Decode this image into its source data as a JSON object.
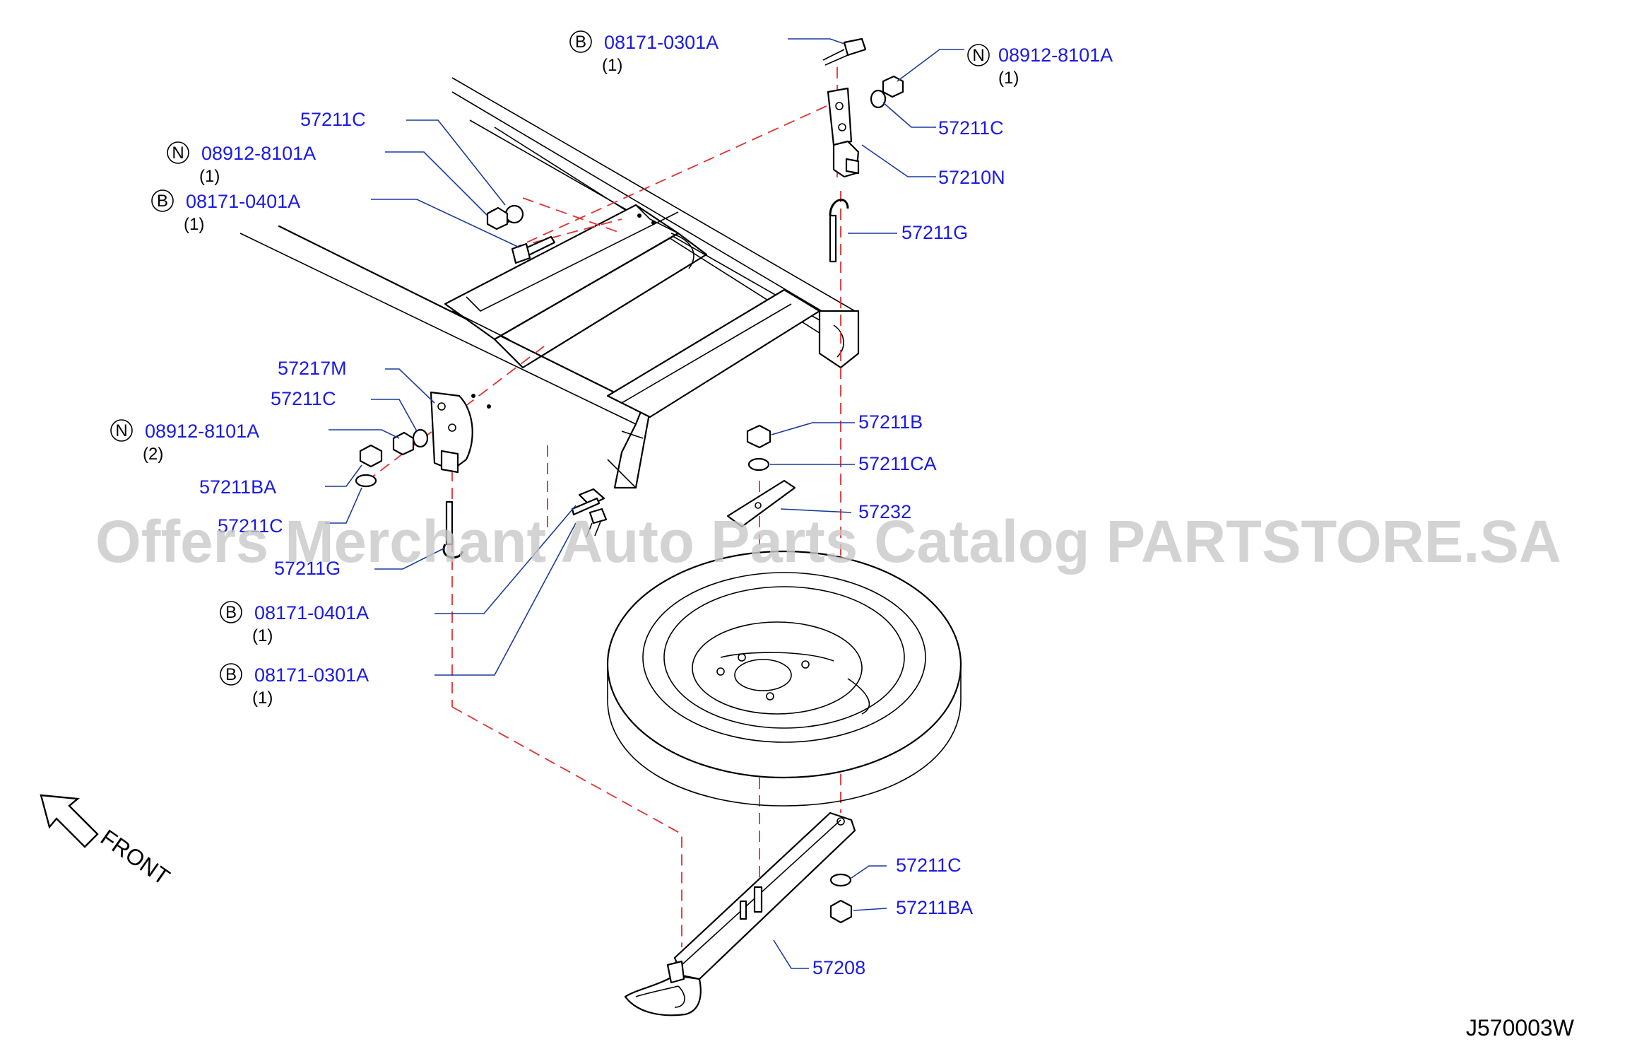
{
  "diagram_code": "J570003W",
  "front_label": "FRONT",
  "watermark": "Offers Merchant Auto Parts Catalog PARTSTORE.SA",
  "callouts": {
    "b_top": {
      "code": "B",
      "part": "08171-0301A",
      "qty": "(1)"
    },
    "n_top": {
      "code": "N",
      "part": "08912-8101A",
      "qty": "(1)"
    },
    "c_top_right": {
      "part": "57211C"
    },
    "p57210n": {
      "part": "57210N"
    },
    "g_top": {
      "part": "57211G"
    },
    "c_left_top": {
      "part": "57211C"
    },
    "n_left": {
      "code": "N",
      "part": "08912-8101A",
      "qty": "(1)"
    },
    "b_left": {
      "code": "B",
      "part": "08171-0401A",
      "qty": "(1)"
    },
    "p57217m": {
      "part": "57217M"
    },
    "c_left_mid": {
      "part": "57211C"
    },
    "n_left2": {
      "code": "N",
      "part": "08912-8101A",
      "qty": "(2)"
    },
    "ba_left": {
      "part": "57211BA"
    },
    "c_left_low": {
      "part": "57211C"
    },
    "g_left": {
      "part": "57211G"
    },
    "b_low1": {
      "code": "B",
      "part": "08171-0401A",
      "qty": "(1)"
    },
    "b_low2": {
      "code": "B",
      "part": "08171-0301A",
      "qty": "(1)"
    },
    "p57211b": {
      "part": "57211B"
    },
    "p57211ca": {
      "part": "57211CA"
    },
    "p57232": {
      "part": "57232"
    },
    "c_bottom": {
      "part": "57211C"
    },
    "ba_bottom": {
      "part": "57211BA"
    },
    "p57208": {
      "part": "57208"
    }
  }
}
